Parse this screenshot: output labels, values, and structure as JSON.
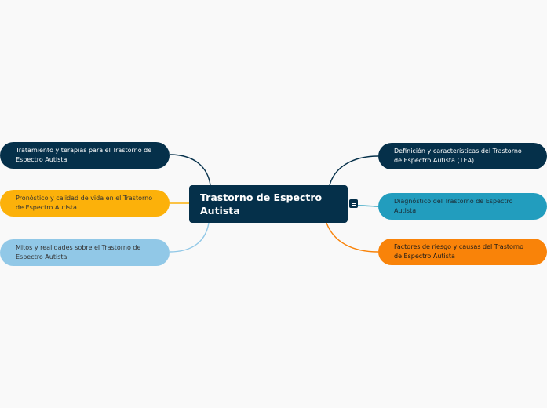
{
  "central_topic": {
    "label": "Trastorno de Espectro Autista",
    "color": "#05304a"
  },
  "icons": {
    "central_note": "note-icon"
  },
  "left_branches": [
    {
      "label": "Tratamiento y terapias para el Trastorno de Espectro Autista",
      "color": "#05304a",
      "text_color": "#ffffff"
    },
    {
      "label": "Pronóstico y calidad de vida en el Trastorno de Espectro Autista",
      "color": "#fcb10a",
      "text_color": "#333333"
    },
    {
      "label": "Mitos y realidades sobre el Trastorno de Espectro Autista",
      "color": "#91c8e7",
      "text_color": "#333333"
    }
  ],
  "right_branches": [
    {
      "label": "Definición y características del Trastorno de Espectro Autista (TEA)",
      "color": "#05304a",
      "text_color": "#ffffff"
    },
    {
      "label": "Diagnóstico del Trastorno de Espectro Autista",
      "color": "#229dbe",
      "text_color": "#1a2a33"
    },
    {
      "label": "Factores de riesgo y causas del Trastorno de Espectro Autista",
      "color": "#f98309",
      "text_color": "#1a1a1a"
    }
  ]
}
